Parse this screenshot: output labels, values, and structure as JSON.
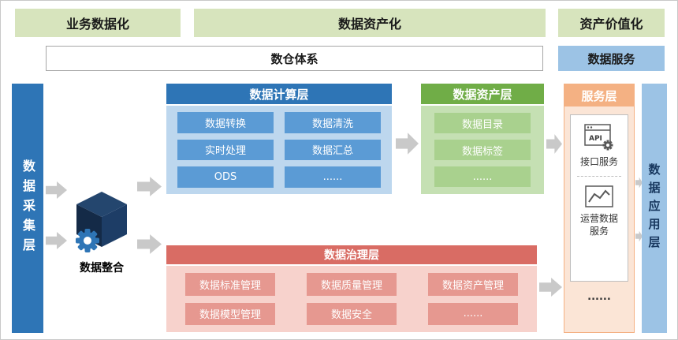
{
  "banners": {
    "business": "业务数据化",
    "asset": "数据资产化",
    "value": "资产价值化"
  },
  "warehouse_band": {
    "label": "数仓体系"
  },
  "service_band": {
    "label": "数据服务"
  },
  "collection_layer": {
    "label": "数据采集层"
  },
  "integration": {
    "label": "数据整合"
  },
  "computing_layer": {
    "title": "数据计算层",
    "items": [
      "数据转换",
      "数据清洗",
      "实时处理",
      "数据汇总",
      "ODS",
      "......"
    ]
  },
  "asset_layer": {
    "title": "数据资产层",
    "items": [
      "数据目录",
      "数据标签",
      "......"
    ]
  },
  "governance_layer": {
    "title": "数据治理层",
    "items": [
      "数据标准管理",
      "数据质量管理",
      "数据资产管理",
      "数据模型管理",
      "数据安全",
      "......"
    ]
  },
  "service_layer": {
    "title": "服务层",
    "api_icon_text": "API",
    "services": [
      "接口服务",
      "运营数据服务"
    ],
    "more": "......"
  },
  "application_layer": {
    "label": "数据应用层"
  },
  "colors": {
    "banner_green": "#d7e4bd",
    "collection_blue": "#2e75b6",
    "computing_header": "#2e75b6",
    "computing_body": "#bdd7ee",
    "computing_item": "#5b9bd5",
    "asset_header": "#70ad47",
    "asset_body": "#c5e0b3",
    "asset_item": "#a9d18e",
    "governance_header": "#d96c64",
    "governance_body": "#f7d2cc",
    "governance_item": "#e69890",
    "service_header": "#f4b183",
    "service_body": "#fbe5d6",
    "application_blue": "#9cc3e5",
    "arrow_gray": "#c9c9c9",
    "cube_navy": "#1d3d66",
    "gear_blue": "#2e75b6"
  }
}
